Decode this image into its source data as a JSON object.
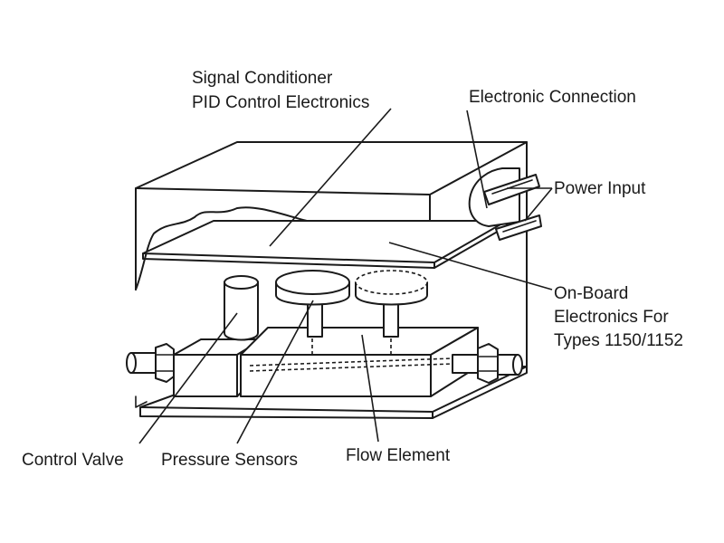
{
  "labels": {
    "signal_conditioner": "Signal Conditioner",
    "pid_control": "PID Control Electronics",
    "electronic_connection": "Electronic Connection",
    "power_input": "Power Input",
    "onboard_line1": "On-Board",
    "onboard_line2": "Electronics For",
    "onboard_line3": "Types 1150/1152",
    "control_valve": "Control Valve",
    "pressure_sensors": "Pressure Sensors",
    "flow_element": "Flow Element"
  }
}
